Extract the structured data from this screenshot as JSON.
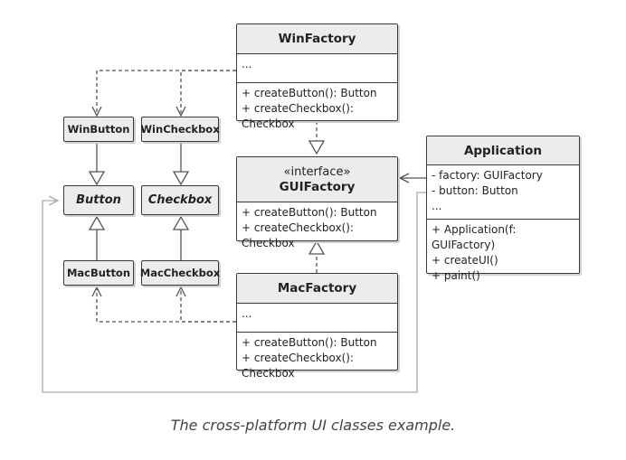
{
  "classes": {
    "win_factory": {
      "name": "WinFactory",
      "fields": [
        "..."
      ],
      "methods": [
        "+ createButton(): Button",
        "+ createCheckbox(): Checkbox"
      ]
    },
    "gui_factory": {
      "stereotype": "«interface»",
      "name": "GUIFactory",
      "methods": [
        "+ createButton(): Button",
        "+ createCheckbox(): Checkbox"
      ]
    },
    "mac_factory": {
      "name": "MacFactory",
      "fields": [
        "..."
      ],
      "methods": [
        "+ createButton(): Button",
        "+ createCheckbox(): Checkbox"
      ]
    },
    "application": {
      "name": "Application",
      "fields": [
        "- factory: GUIFactory",
        "- button: Button",
        "..."
      ],
      "methods": [
        "+ Application(f: GUIFactory)",
        "+ createUI()",
        "+ paint()"
      ]
    },
    "win_button": {
      "name": "WinButton"
    },
    "win_checkbox": {
      "name": "WinCheckbox"
    },
    "button": {
      "name": "Button"
    },
    "checkbox": {
      "name": "Checkbox"
    },
    "mac_button": {
      "name": "MacButton"
    },
    "mac_checkbox": {
      "name": "MacCheckbox"
    }
  },
  "caption": "The cross-platform UI classes example.",
  "colors": {
    "border": "#3a3a3a",
    "header_fill": "#ececec",
    "line": "#555555",
    "app_line": "#aaaaaa"
  }
}
